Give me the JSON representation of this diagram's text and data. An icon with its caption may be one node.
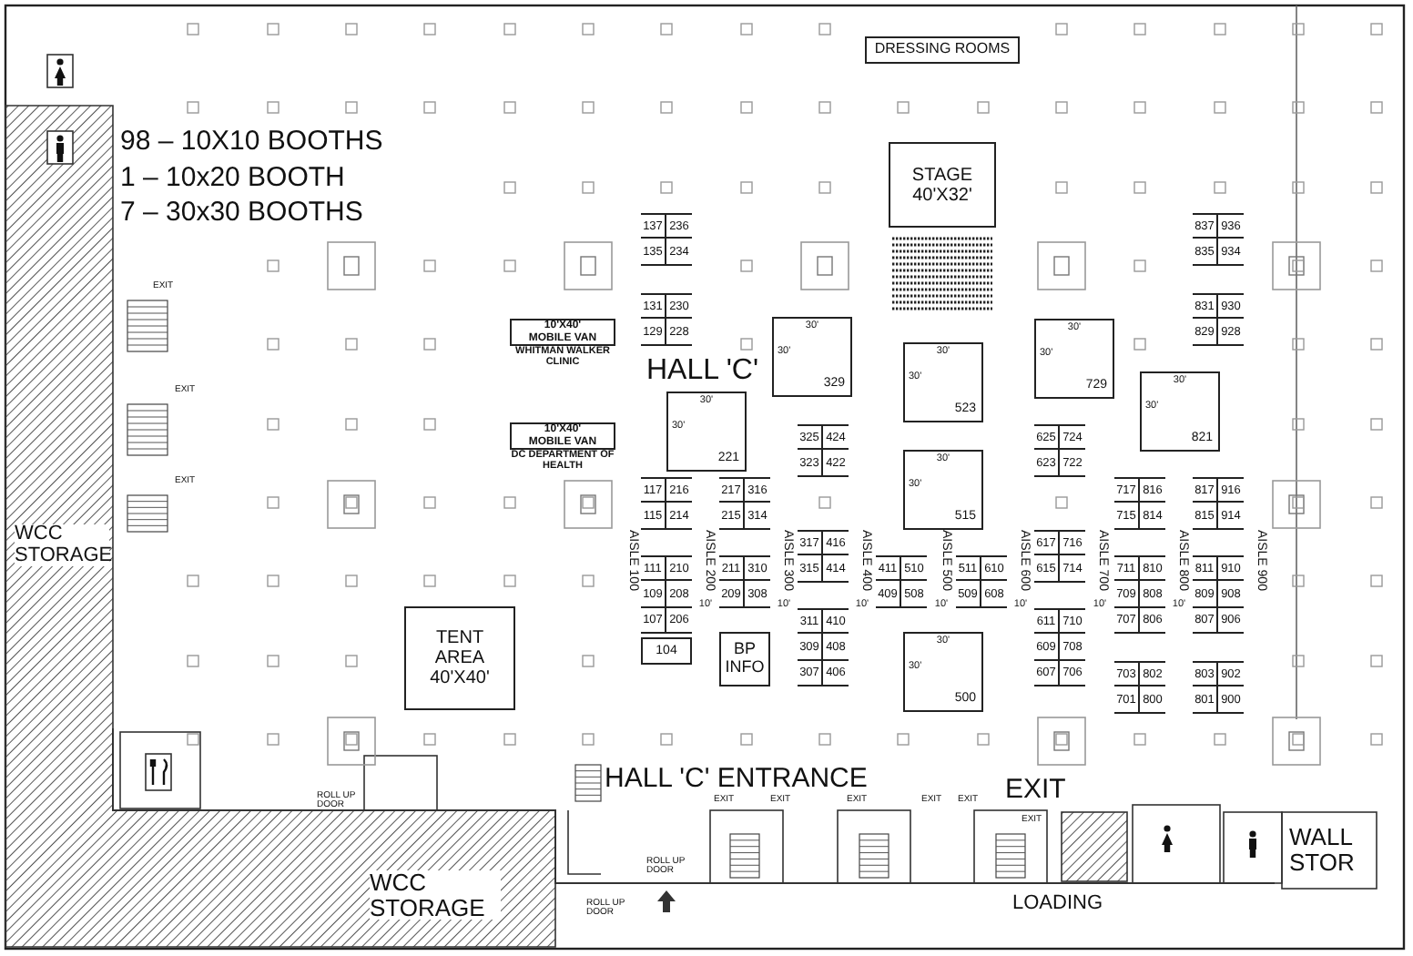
{
  "diagram": {
    "nodes": [
      {
        "text": [
          "DRESSING ROOMS"
        ]
      },
      {
        "text": [
          "STAGE 40'X32'"
        ]
      },
      {
        "text": [
          "10'X40' MOBILE VAN"
        ],
        "beside": [
          "WHITMAN WALKER CLINIC"
        ]
      },
      {
        "text": [
          "10'X40' MOBILE VAN"
        ],
        "beside": [
          "DC DEPARTMENT OF HEALTH"
        ]
      },
      {
        "text": [
          "TENT AREA 40'X40'"
        ]
      },
      {
        "text": [
          "30'",
          "30'",
          "329"
        ]
      },
      {
        "text": [
          "30'",
          "30'",
          "221"
        ]
      },
      {
        "text": [
          "30'",
          "30'",
          "523"
        ]
      },
      {
        "text": [
          "30'",
          "30'",
          "729"
        ]
      },
      {
        "text": [
          "30'",
          "30'",
          "821"
        ]
      },
      {
        "text": [
          "30'",
          "30'",
          "515"
        ]
      },
      {
        "text": [
          "30'",
          "30'",
          "500"
        ]
      },
      {
        "text": [
          "BP INFO"
        ]
      },
      {
        "text": [
          "104"
        ]
      },
      {
        "text": [
          "137"
        ]
      },
      {
        "text": [
          "236"
        ]
      },
      {
        "text": [
          "135"
        ]
      },
      {
        "text": [
          "234"
        ]
      },
      {
        "text": [
          "131"
        ]
      },
      {
        "text": [
          "230"
        ]
      },
      {
        "text": [
          "129"
        ]
      },
      {
        "text": [
          "228"
        ]
      },
      {
        "text": [
          "117"
        ]
      },
      {
        "text": [
          "216"
        ]
      },
      {
        "text": [
          "115"
        ]
      },
      {
        "text": [
          "214"
        ]
      },
      {
        "text": [
          "111"
        ]
      },
      {
        "text": [
          "210"
        ]
      },
      {
        "text": [
          "109"
        ]
      },
      {
        "text": [
          "208"
        ]
      },
      {
        "text": [
          "107"
        ]
      },
      {
        "text": [
          "206"
        ]
      },
      {
        "text": [
          "217"
        ]
      },
      {
        "text": [
          "316"
        ]
      },
      {
        "text": [
          "215"
        ]
      },
      {
        "text": [
          "314"
        ]
      },
      {
        "text": [
          "211"
        ]
      },
      {
        "text": [
          "310"
        ]
      },
      {
        "text": [
          "209"
        ]
      },
      {
        "text": [
          "308"
        ]
      },
      {
        "text": [
          "325"
        ]
      },
      {
        "text": [
          "424"
        ]
      },
      {
        "text": [
          "323"
        ]
      },
      {
        "text": [
          "422"
        ]
      },
      {
        "text": [
          "317"
        ]
      },
      {
        "text": [
          "416"
        ]
      },
      {
        "text": [
          "315"
        ]
      },
      {
        "text": [
          "414"
        ]
      },
      {
        "text": [
          "311"
        ]
      },
      {
        "text": [
          "410"
        ]
      },
      {
        "text": [
          "309"
        ]
      },
      {
        "text": [
          "408"
        ]
      },
      {
        "text": [
          "307"
        ]
      },
      {
        "text": [
          "406"
        ]
      },
      {
        "text": [
          "411"
        ]
      },
      {
        "text": [
          "510"
        ]
      },
      {
        "text": [
          "409"
        ]
      },
      {
        "text": [
          "508"
        ]
      },
      {
        "text": [
          "511"
        ]
      },
      {
        "text": [
          "610"
        ]
      },
      {
        "text": [
          "509"
        ]
      },
      {
        "text": [
          "608"
        ]
      },
      {
        "text": [
          "625"
        ]
      },
      {
        "text": [
          "724"
        ]
      },
      {
        "text": [
          "623"
        ]
      },
      {
        "text": [
          "722"
        ]
      },
      {
        "text": [
          "617"
        ]
      },
      {
        "text": [
          "716"
        ]
      },
      {
        "text": [
          "615"
        ]
      },
      {
        "text": [
          "714"
        ]
      },
      {
        "text": [
          "611"
        ]
      },
      {
        "text": [
          "710"
        ]
      },
      {
        "text": [
          "609"
        ]
      },
      {
        "text": [
          "708"
        ]
      },
      {
        "text": [
          "607"
        ]
      },
      {
        "text": [
          "706"
        ]
      },
      {
        "text": [
          "717"
        ]
      },
      {
        "text": [
          "816"
        ]
      },
      {
        "text": [
          "715"
        ]
      },
      {
        "text": [
          "814"
        ]
      },
      {
        "text": [
          "711"
        ]
      },
      {
        "text": [
          "810"
        ]
      },
      {
        "text": [
          "709"
        ]
      },
      {
        "text": [
          "808"
        ]
      },
      {
        "text": [
          "707"
        ]
      },
      {
        "text": [
          "806"
        ]
      },
      {
        "text": [
          "703"
        ]
      },
      {
        "text": [
          "802"
        ]
      },
      {
        "text": [
          "701"
        ]
      },
      {
        "text": [
          "800"
        ]
      },
      {
        "text": [
          "837"
        ]
      },
      {
        "text": [
          "936"
        ]
      },
      {
        "text": [
          "835"
        ]
      },
      {
        "text": [
          "934"
        ]
      },
      {
        "text": [
          "831"
        ]
      },
      {
        "text": [
          "930"
        ]
      },
      {
        "text": [
          "829"
        ]
      },
      {
        "text": [
          "928"
        ]
      },
      {
        "text": [
          "817"
        ]
      },
      {
        "text": [
          "916"
        ]
      },
      {
        "text": [
          "815"
        ]
      },
      {
        "text": [
          "914"
        ]
      },
      {
        "text": [
          "811"
        ]
      },
      {
        "text": [
          "910"
        ]
      },
      {
        "text": [
          "809"
        ]
      },
      {
        "text": [
          "908"
        ]
      },
      {
        "text": [
          "807"
        ]
      },
      {
        "text": [
          "906"
        ]
      },
      {
        "text": [
          "803"
        ]
      },
      {
        "text": [
          "902"
        ]
      },
      {
        "text": [
          "801"
        ]
      },
      {
        "text": [
          "900"
        ]
      }
    ],
    "labels": [
      "98 – 10X10 BOOTHS",
      "1 – 10x20 BOOTH",
      "7 – 30x30 BOOTHS",
      "EXIT",
      "EXIT",
      "EXIT",
      "HALL 'C'",
      "WCC STORAGE",
      "AISLE 100",
      "AISLE 200",
      "AISLE 300",
      "AISLE 400",
      "AISLE 500",
      "AISLE 600",
      "AISLE 700",
      "AISLE 800",
      "AISLE 900",
      "10'",
      "10'",
      "10'",
      "10'",
      "10'",
      "10'",
      "10'",
      "ROLL UP DOOR",
      "HALL 'C' ENTRANCE",
      "EXIT",
      "EXIT",
      "EXIT",
      "EXIT",
      "EXIT",
      "EXIT",
      "EXIT",
      "ROLL UP DOOR",
      "ROLL UP DOOR",
      "WCC STORAGE",
      "WALL STOR",
      "LOADING"
    ]
  }
}
